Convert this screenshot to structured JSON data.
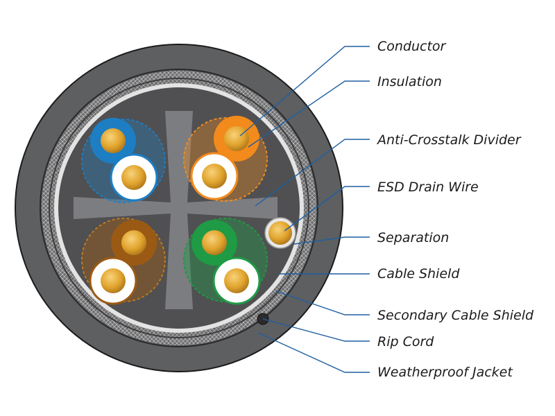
{
  "labels": [
    "Conductor",
    "Insulation",
    "Anti-Crosstalk Divider",
    "ESD Drain Wire",
    "Separation",
    "Cable Shield",
    "Secondary Cable Shield",
    "Rip Cord",
    "Weatherproof Jacket"
  ],
  "colors": {
    "jacket": "#5e5f61",
    "jacket_edge": "#1b1b1b",
    "shield_braid": "#8a8a8a",
    "separation": "#e3e3e3",
    "interior": "#505052",
    "divider": "#7c7d80",
    "conductor": "#e0a32c",
    "leader": "#1f5fa0",
    "pair_blue": "#1d7ec3",
    "pair_orange": "#f28a1c",
    "pair_brown": "#9a5a14",
    "pair_green": "#1f9a45",
    "pair_white": "#ffffff"
  },
  "pairs": [
    {
      "name": "blue",
      "color_key": "pair_blue"
    },
    {
      "name": "orange",
      "color_key": "pair_orange"
    },
    {
      "name": "brown",
      "color_key": "pair_brown"
    },
    {
      "name": "green",
      "color_key": "pair_green"
    }
  ]
}
